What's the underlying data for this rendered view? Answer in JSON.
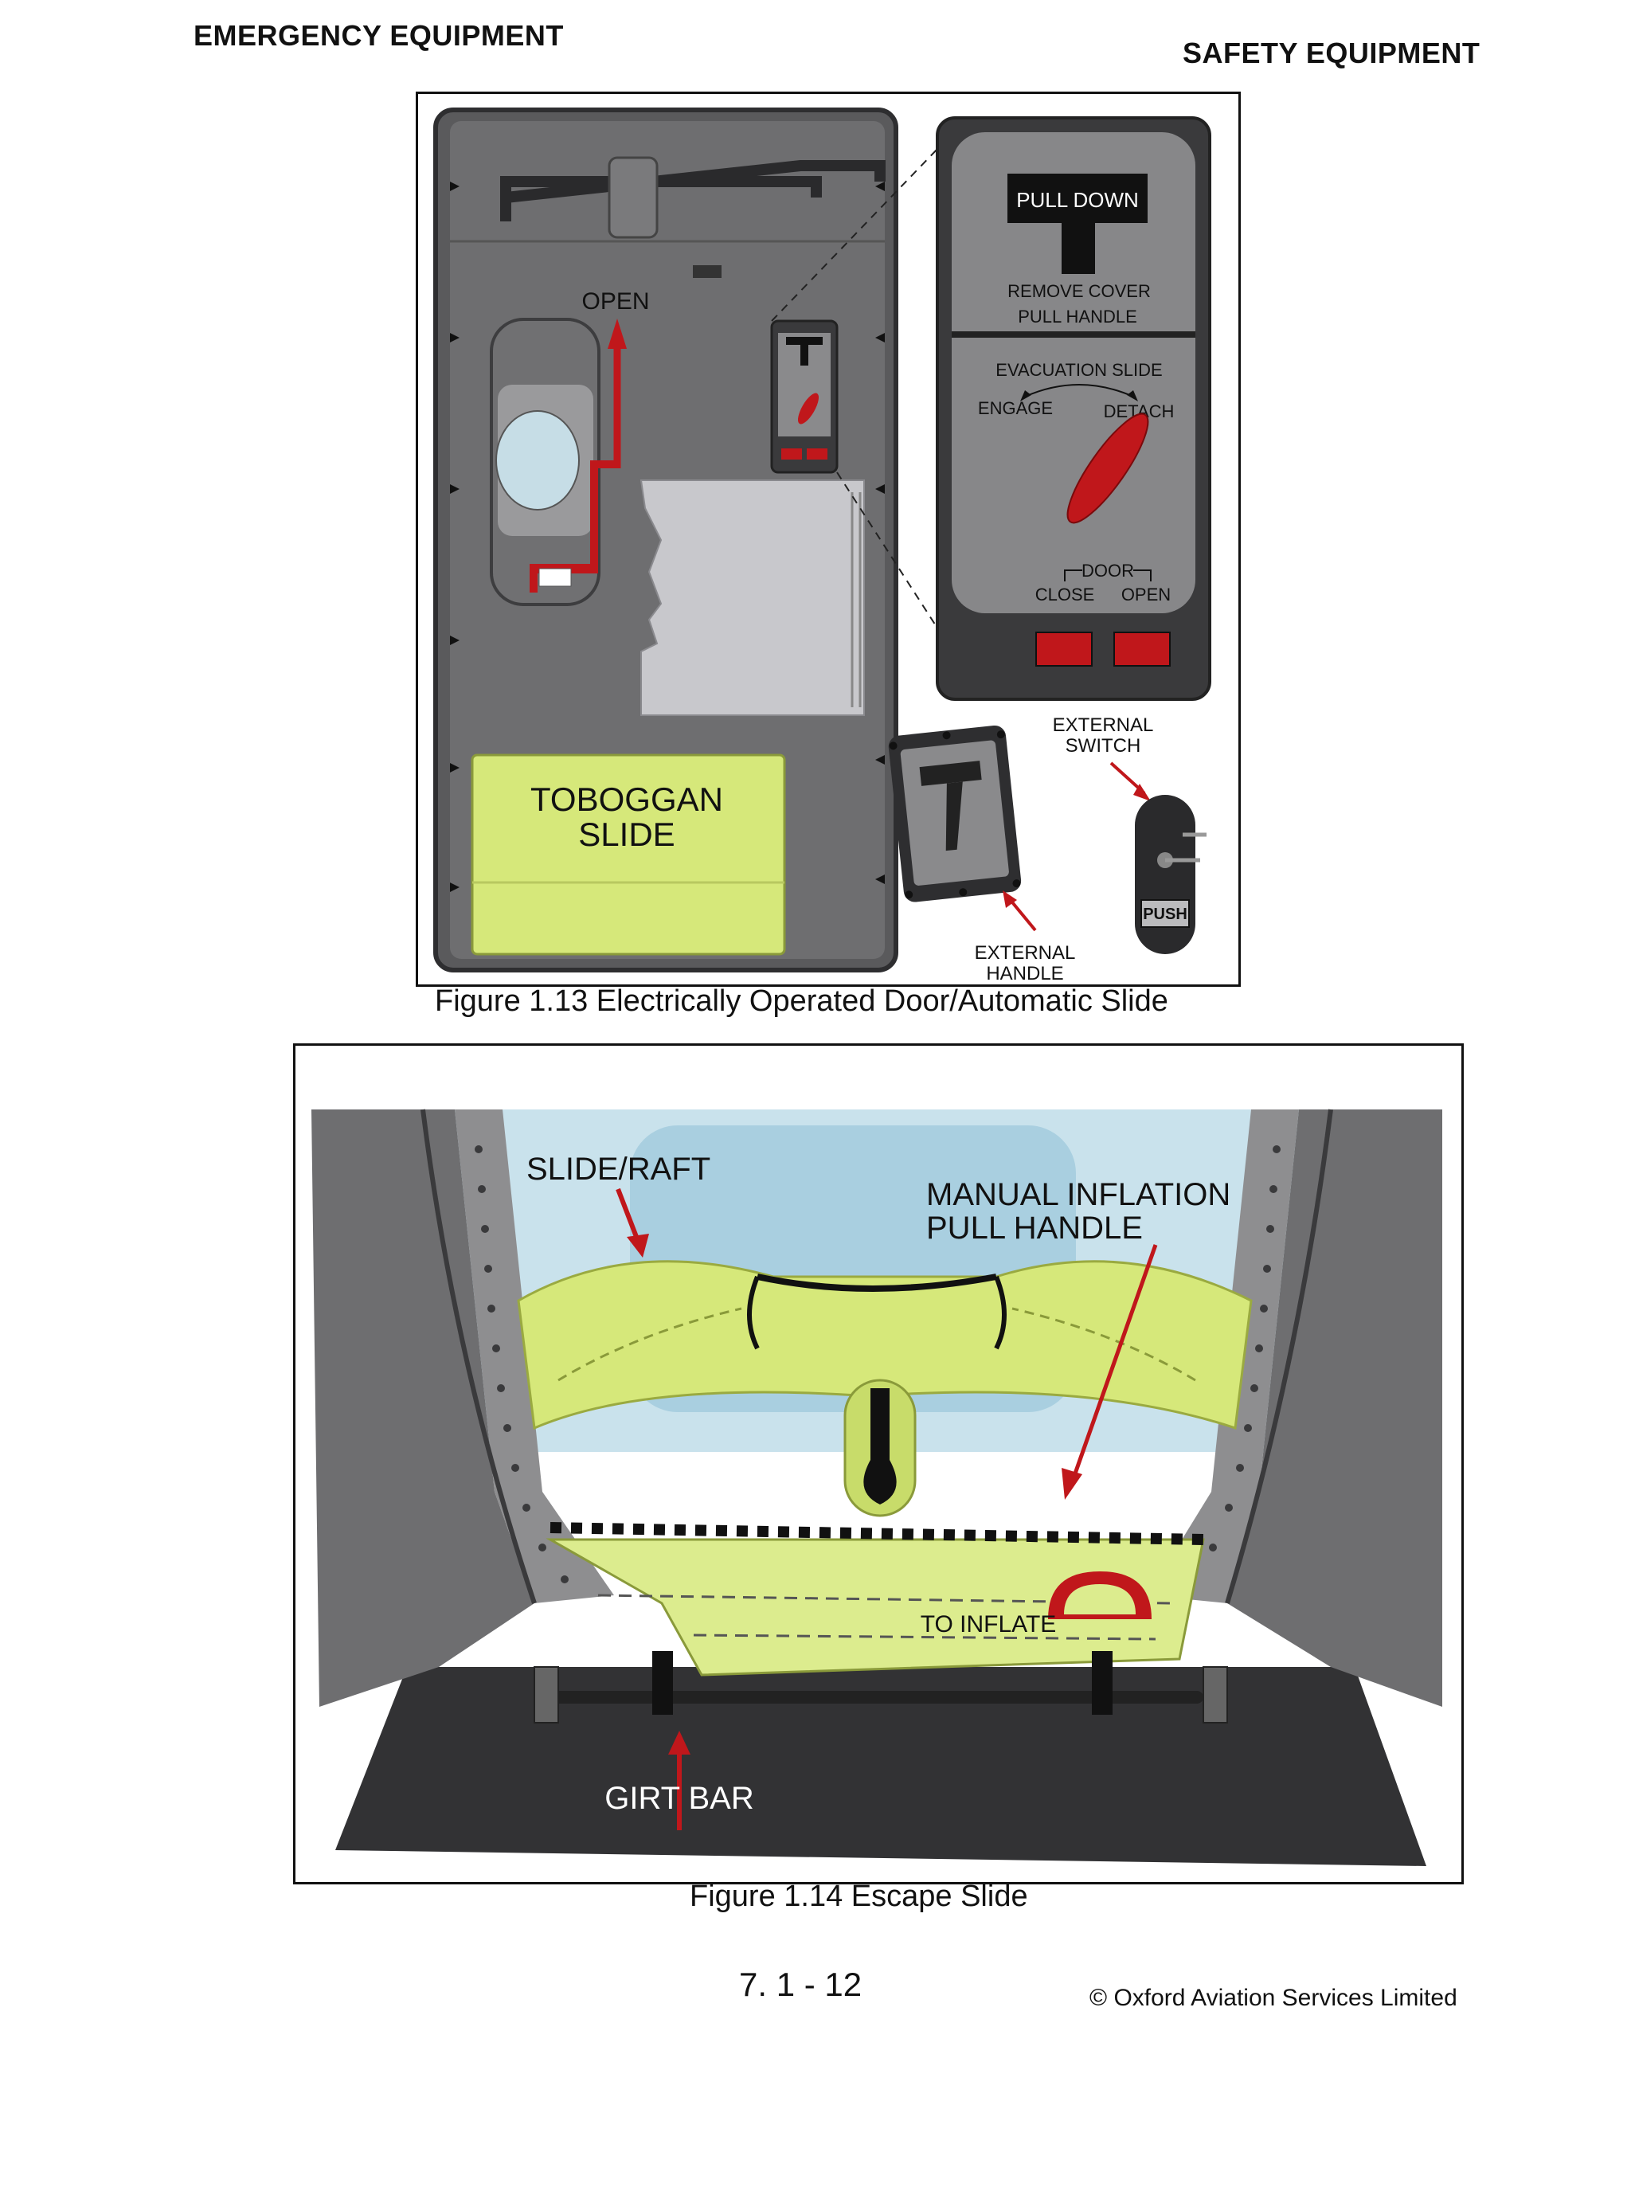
{
  "header": {
    "left": "EMERGENCY EQUIPMENT",
    "right": "SAFETY EQUIPMENT"
  },
  "figure_1_13": {
    "caption": "Figure 1.13  Electrically Operated Door/Automatic Slide",
    "labels": {
      "open": "OPEN",
      "toboggan_line1": "TOBOGGAN",
      "toboggan_line2": "SLIDE",
      "pull_down": "PULL DOWN",
      "remove_cover": "REMOVE COVER",
      "pull_handle": "PULL HANDLE",
      "evacuation_slide": "EVACUATION SLIDE",
      "engage": "ENGAGE",
      "detach": "DETACH",
      "door": "DOOR",
      "close": "CLOSE",
      "open_panel": "OPEN",
      "external_switch_line1": "EXTERNAL",
      "external_switch_line2": "SWITCH",
      "push": "PUSH",
      "external_handle_line1": "EXTERNAL",
      "external_handle_line2": "HANDLE"
    }
  },
  "figure_1_14": {
    "caption": "Figure 1.14  Escape Slide",
    "labels": {
      "slide_raft": "SLIDE/RAFT",
      "manual_inflation_line1": "MANUAL INFLATION",
      "manual_inflation_line2": "PULL HANDLE",
      "to_inflate": "TO INFLATE",
      "girt_bar": "GIRT BAR"
    }
  },
  "footer": {
    "page_number": "7. 1 - 12",
    "copyright": "© Oxford Aviation Services Limited"
  },
  "colors": {
    "door_grey": "#6e6e70",
    "dark_grey": "#3a3a3c",
    "red": "#c0171b",
    "slide_yellow": "#d6e87a",
    "sky_blue": "#c9e2ec"
  }
}
